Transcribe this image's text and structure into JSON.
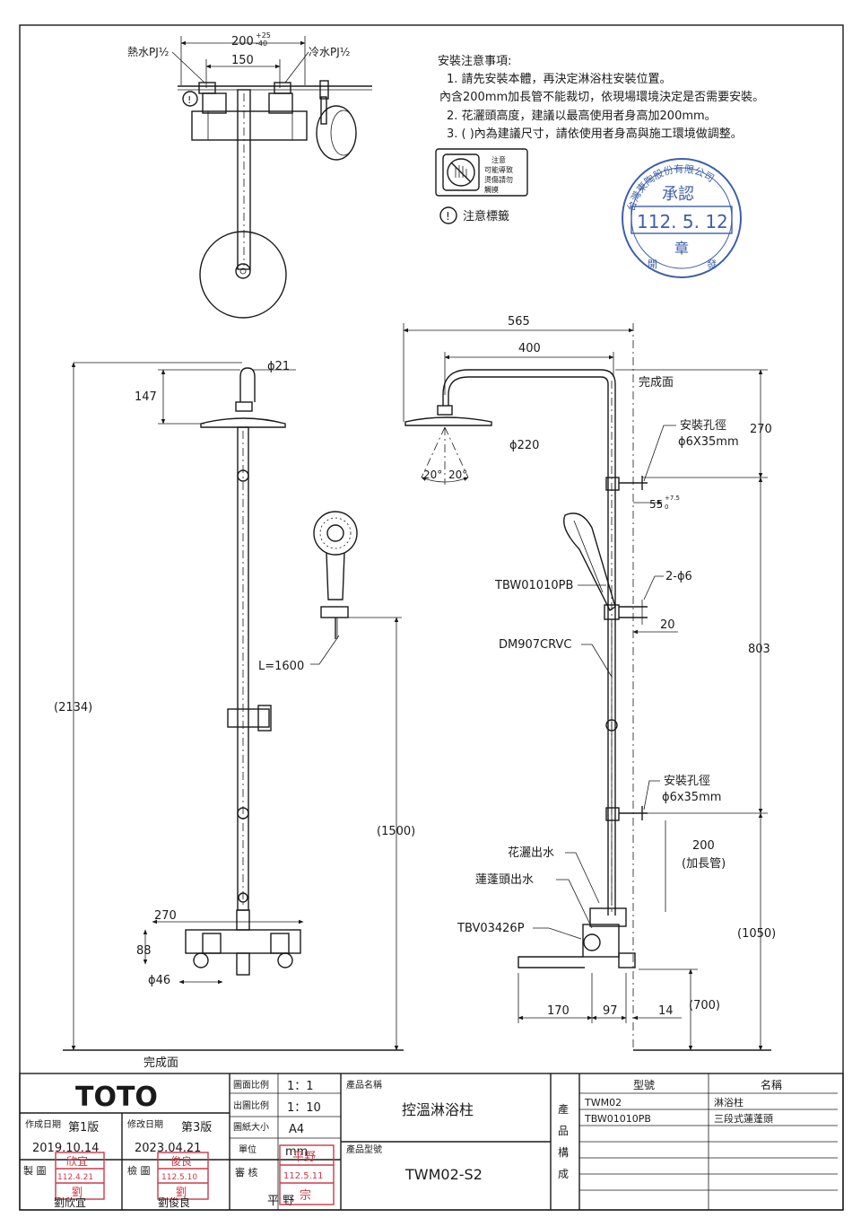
{
  "notes": {
    "title": "安裝注意事項:",
    "lines": [
      "1. 請先安裝本體，再決定淋浴柱安裝位置。",
      "內含200mm加長管不能裁切，依現場環境決定是否需要安裝。",
      "2. 花灑頭高度，建議以最高使用者身高加200mm。",
      "3. ( )內為建議尺寸，請依使用者身高與施工環境做調整。"
    ],
    "caution_label_lines": [
      "注意",
      "可能導致",
      "燙傷請勿",
      "觸摸"
    ],
    "caution_tag": "注意標籤"
  },
  "top_view": {
    "hot_label": "熱水PJ½",
    "cold_label": "冷水PJ½",
    "dim_200_main": "200",
    "dim_200_tol_plus": "+25",
    "dim_200_tol_minus": "-40",
    "dim_150": "150"
  },
  "front_view": {
    "dim_phi21": "ϕ21",
    "dim_147": "147",
    "dim_2134": "(2134)",
    "dim_1600": "L=1600",
    "dim_1500": "(1500)",
    "dim_270": "270",
    "dim_88": "88",
    "dim_phi46": "ϕ46",
    "finish_surface": "完成面"
  },
  "side_view": {
    "dim_565": "565",
    "dim_400": "400",
    "finish_surface": "完成面",
    "dim_270": "270",
    "mount_hole_1": [
      "安裝孔徑",
      "ϕ6X35mm"
    ],
    "dim_phi220": "ϕ220",
    "angle_left": "20°",
    "angle_right": "20°",
    "dim_55": "55",
    "dim_55_tol_plus": "+7.5",
    "dim_55_tol_minus": "0",
    "dim_2phi6": "2-ϕ6",
    "part_tbw01010pb": "TBW01010PB",
    "dim_20": "20",
    "part_dm907crvc": "DM907CRVC",
    "dim_803": "803",
    "mount_hole_2": [
      "安裝孔徑",
      "ϕ6x35mm"
    ],
    "dim_200": "200",
    "dim_200_note": "(加長管)",
    "outlet_rain": "花灑出水",
    "outlet_hand": "蓮蓬頭出水",
    "part_tbv03426p": "TBV03426P",
    "dim_1050": "(1050)",
    "dim_170": "170",
    "dim_97": "97",
    "dim_14": "14",
    "dim_700": "(700)"
  },
  "approval_stamp": {
    "arc_text": "台灣東陶股份有限公司",
    "approve": "承認",
    "date": "112. 5. 12",
    "seal": "章",
    "bottom_left": "開",
    "bottom_right": "發"
  },
  "title_block": {
    "brand": "TOTO",
    "scale_label": "圖面比例",
    "scale_value": "1：1",
    "out_scale_label": "出圖比例",
    "out_scale_value": "1：10",
    "paper_label": "圖紙大小",
    "paper_value": "A4",
    "unit_label": "單位",
    "unit_value": "mm",
    "review_label": "審 核",
    "reviewer": "平 野",
    "reviewer_stamp": [
      "平野",
      "112.5.11",
      "宗"
    ],
    "created_label": "作成日期",
    "version1": "第1版",
    "created_date": "2019.10.14",
    "modified_label": "修改日期",
    "version3": "第3版",
    "modified_date": "2023.04.21",
    "drawn_label": "製 圖",
    "drawer": "劉欣宜",
    "drawer_stamp": [
      "欣宜",
      "112.4.21",
      "劉"
    ],
    "checked_label": "檢 圖",
    "checker": "劉俊良",
    "checker_stamp": [
      "俊良",
      "112.5.10",
      "劉"
    ],
    "product_name_label": "產品名稱",
    "product_name": "控溫淋浴柱",
    "product_model_label": "產品型號",
    "product_model": "TWM02-S2",
    "composition_label": [
      "產",
      "品",
      "構",
      "成"
    ],
    "col_model": "型號",
    "col_name": "名稱",
    "rows": [
      {
        "model": "TWM02",
        "name": "淋浴柱"
      },
      {
        "model": "TBW01010PB",
        "name": "三段式蓮蓬頭"
      },
      {
        "model": "",
        "name": ""
      },
      {
        "model": "",
        "name": ""
      },
      {
        "model": "",
        "name": ""
      },
      {
        "model": "",
        "name": ""
      },
      {
        "model": "",
        "name": ""
      }
    ]
  }
}
